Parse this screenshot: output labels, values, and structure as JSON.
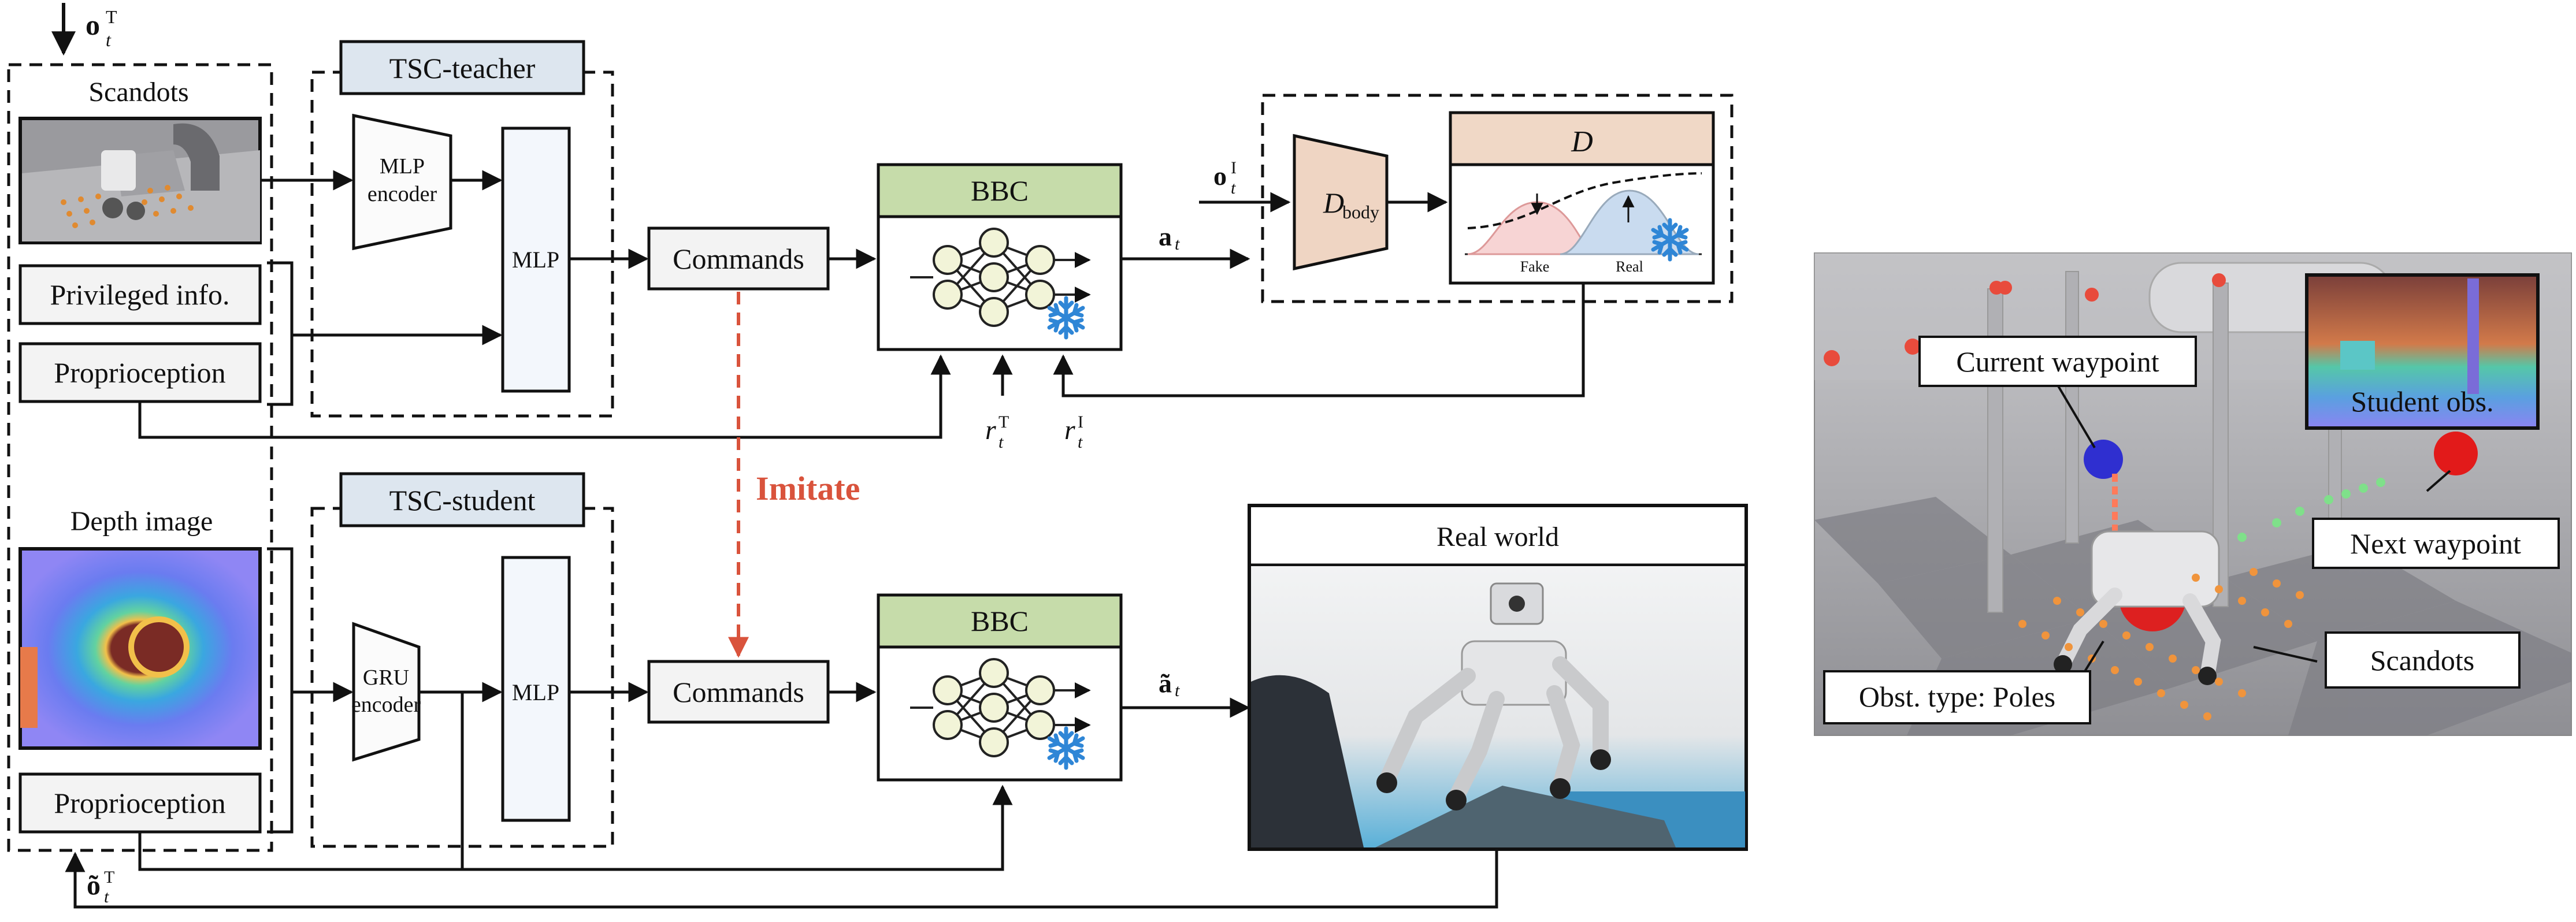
{
  "teacher": {
    "title": "TSC-teacher",
    "obs_label": "o",
    "obs_sup": "T",
    "obs_sub": "t",
    "scandots_label": "Scandots",
    "privileged_label": "Privileged info.",
    "proprio_label": "Proprioception",
    "encoder_line1": "MLP",
    "encoder_line2": "encoder",
    "mlp_label": "MLP",
    "commands_label": "Commands"
  },
  "student": {
    "title": "TSC-student",
    "depth_label": "Depth image",
    "proprio_label": "Proprioception",
    "encoder_line1": "GRU",
    "encoder_line2": "encoder",
    "mlp_label": "MLP",
    "commands_label": "Commands",
    "obs_label": "õ",
    "obs_sup": "T",
    "obs_sub": "t"
  },
  "imitate_label": "Imitate",
  "bbc": {
    "top_label": "BBC",
    "bottom_label": "BBC",
    "action_top": "a",
    "action_bottom": "ã",
    "action_sub": "t",
    "reward_T": "r",
    "reward_T_sup": "T",
    "reward_I": "r",
    "reward_I_sup": "I",
    "reward_sub": "t"
  },
  "discriminator": {
    "obs_label": "o",
    "obs_sup": "I",
    "obs_sub": "t",
    "body_label": "D",
    "body_sub": "body",
    "title": "D",
    "fake_label": "Fake",
    "real_label": "Real"
  },
  "real_world": {
    "title": "Real world"
  },
  "sim": {
    "current_waypoint": "Current waypoint",
    "student_obs": "Student obs.",
    "next_waypoint": "Next waypoint",
    "scandots": "Scandots",
    "obst_type": "Obst. type: Poles"
  },
  "colors": {
    "teacher_title_bg": "#dde6ef",
    "bbc_header": "#c6dcaa",
    "disc_header": "#f0d8c6",
    "disc_body": "#efd5c3",
    "mlp_fill": "#f3f7fc",
    "imitate": "#d9533c",
    "snowflake": "#2f86d6"
  }
}
